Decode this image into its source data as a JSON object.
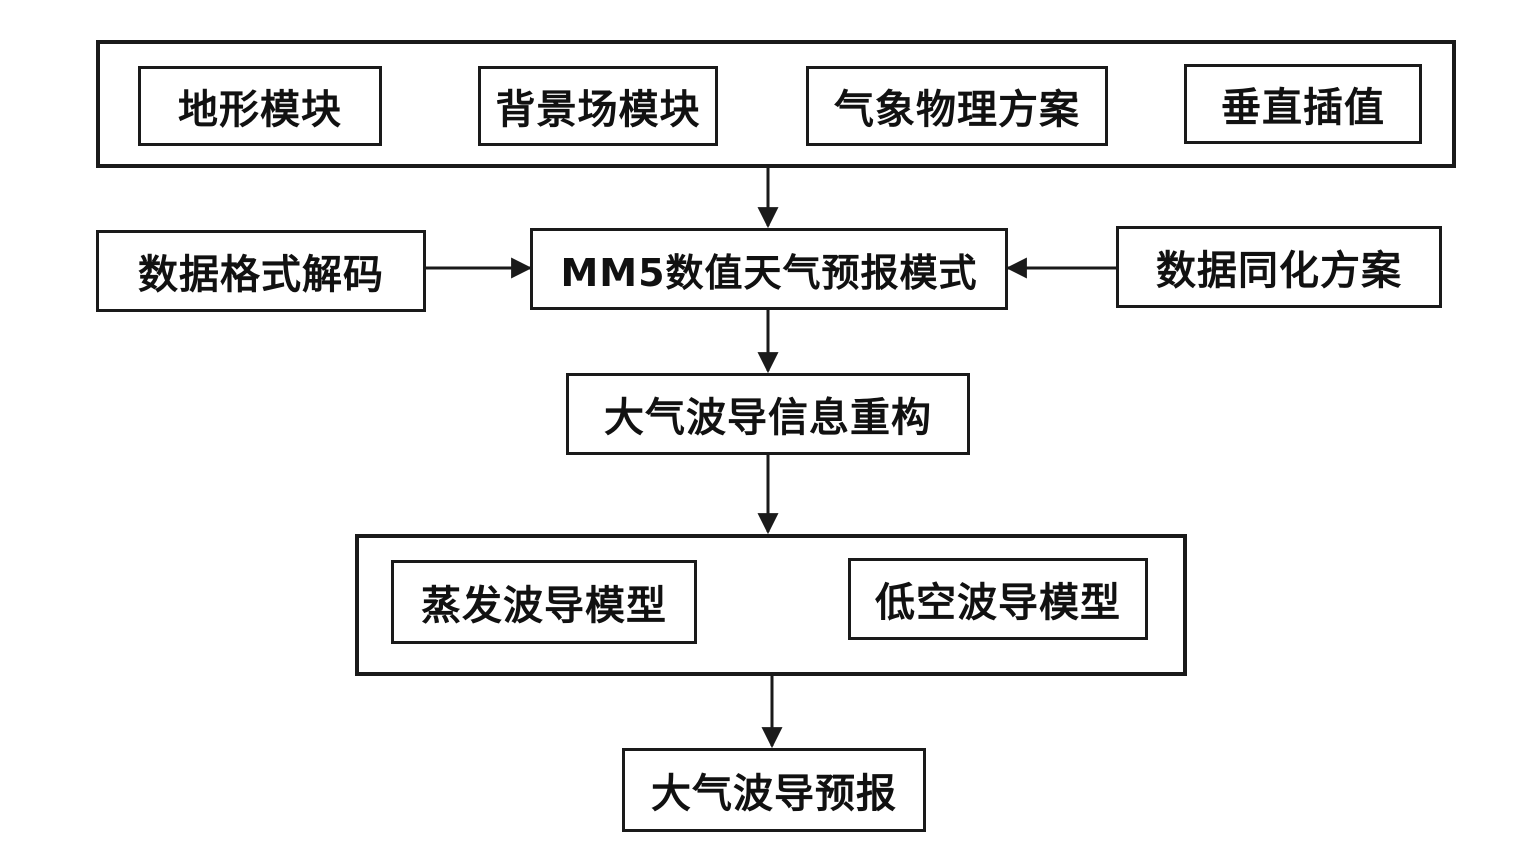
{
  "diagram": {
    "inputs_group": {
      "items": [
        {
          "label": "地形模块"
        },
        {
          "label": "背景场模块"
        },
        {
          "label": "气象物理方案"
        },
        {
          "label": "垂直插值"
        }
      ]
    },
    "left_input": "数据格式解码",
    "core_model": "MM5数值天气预报模式",
    "right_input": "数据同化方案",
    "reconstruction": "大气波导信息重构",
    "models_group": {
      "items": [
        {
          "label": "蒸发波导模型"
        },
        {
          "label": "低空波导模型"
        }
      ]
    },
    "output": "大气波导预报"
  }
}
